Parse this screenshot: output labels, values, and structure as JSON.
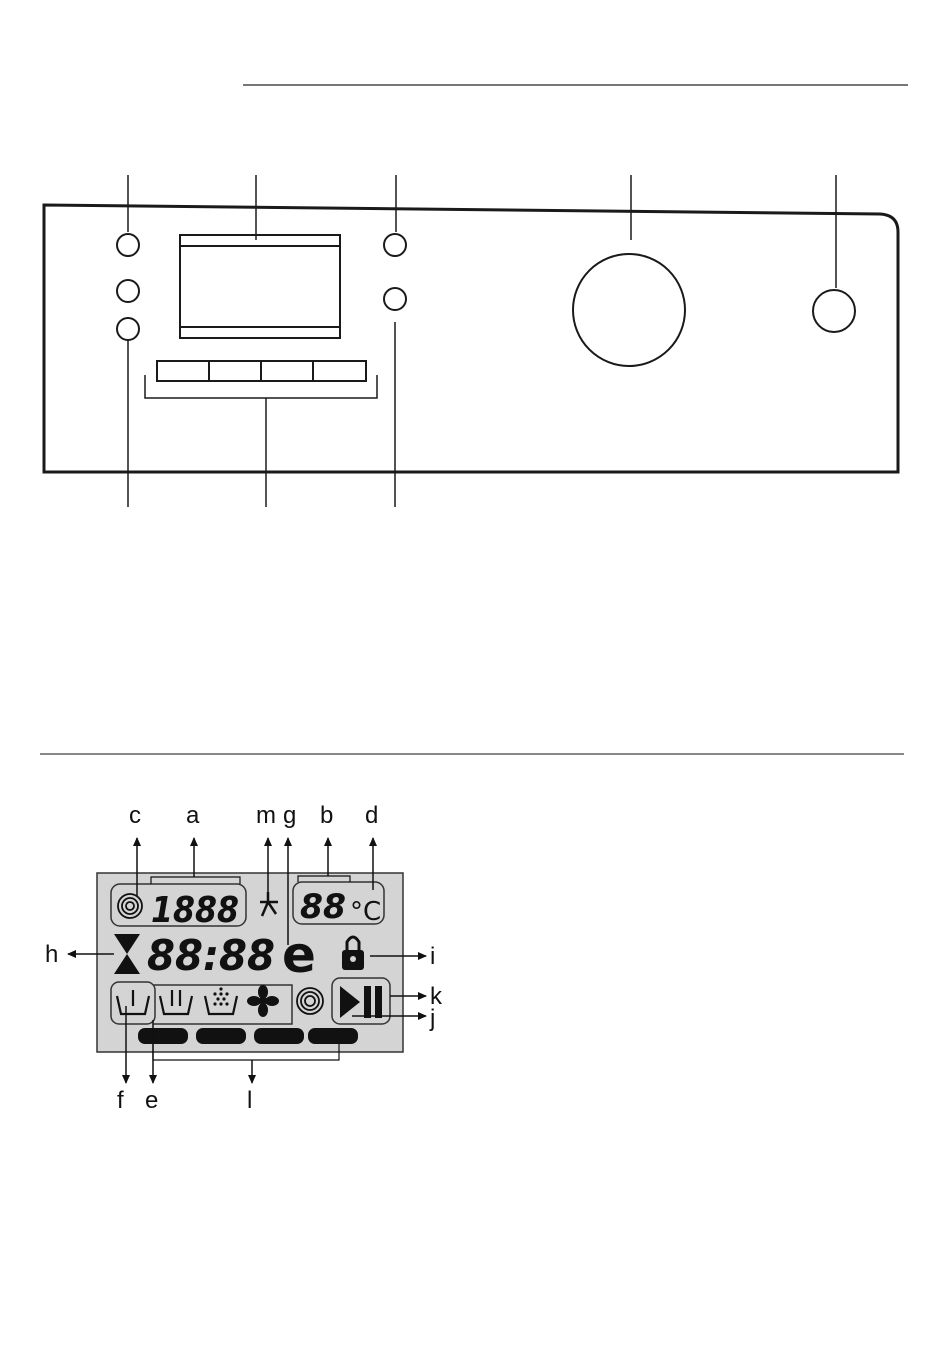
{
  "display": {
    "spin_digits": "1888",
    "temp_digits": "88",
    "temp_unit": "°C",
    "time_digits": "88:88",
    "eco_symbol": "e"
  },
  "labels": {
    "a": "a",
    "b": "b",
    "c": "c",
    "d": "d",
    "e": "e",
    "f": "f",
    "g": "g",
    "h": "h",
    "i": "i",
    "j": "j",
    "k": "k",
    "l": "l",
    "m": "m"
  },
  "icons": [
    "spin-spiral-icon",
    "tap-icon",
    "hourglass-icon",
    "eco-e-icon",
    "lock-icon",
    "prewash-tub-icon",
    "mainwash-tub-icon",
    "softener-tub-icon",
    "fan-icon",
    "spin-spiral-small-icon",
    "start-pause-icon"
  ],
  "colors": {
    "display_bg": "#d4d4d4",
    "ink": "#111111"
  }
}
